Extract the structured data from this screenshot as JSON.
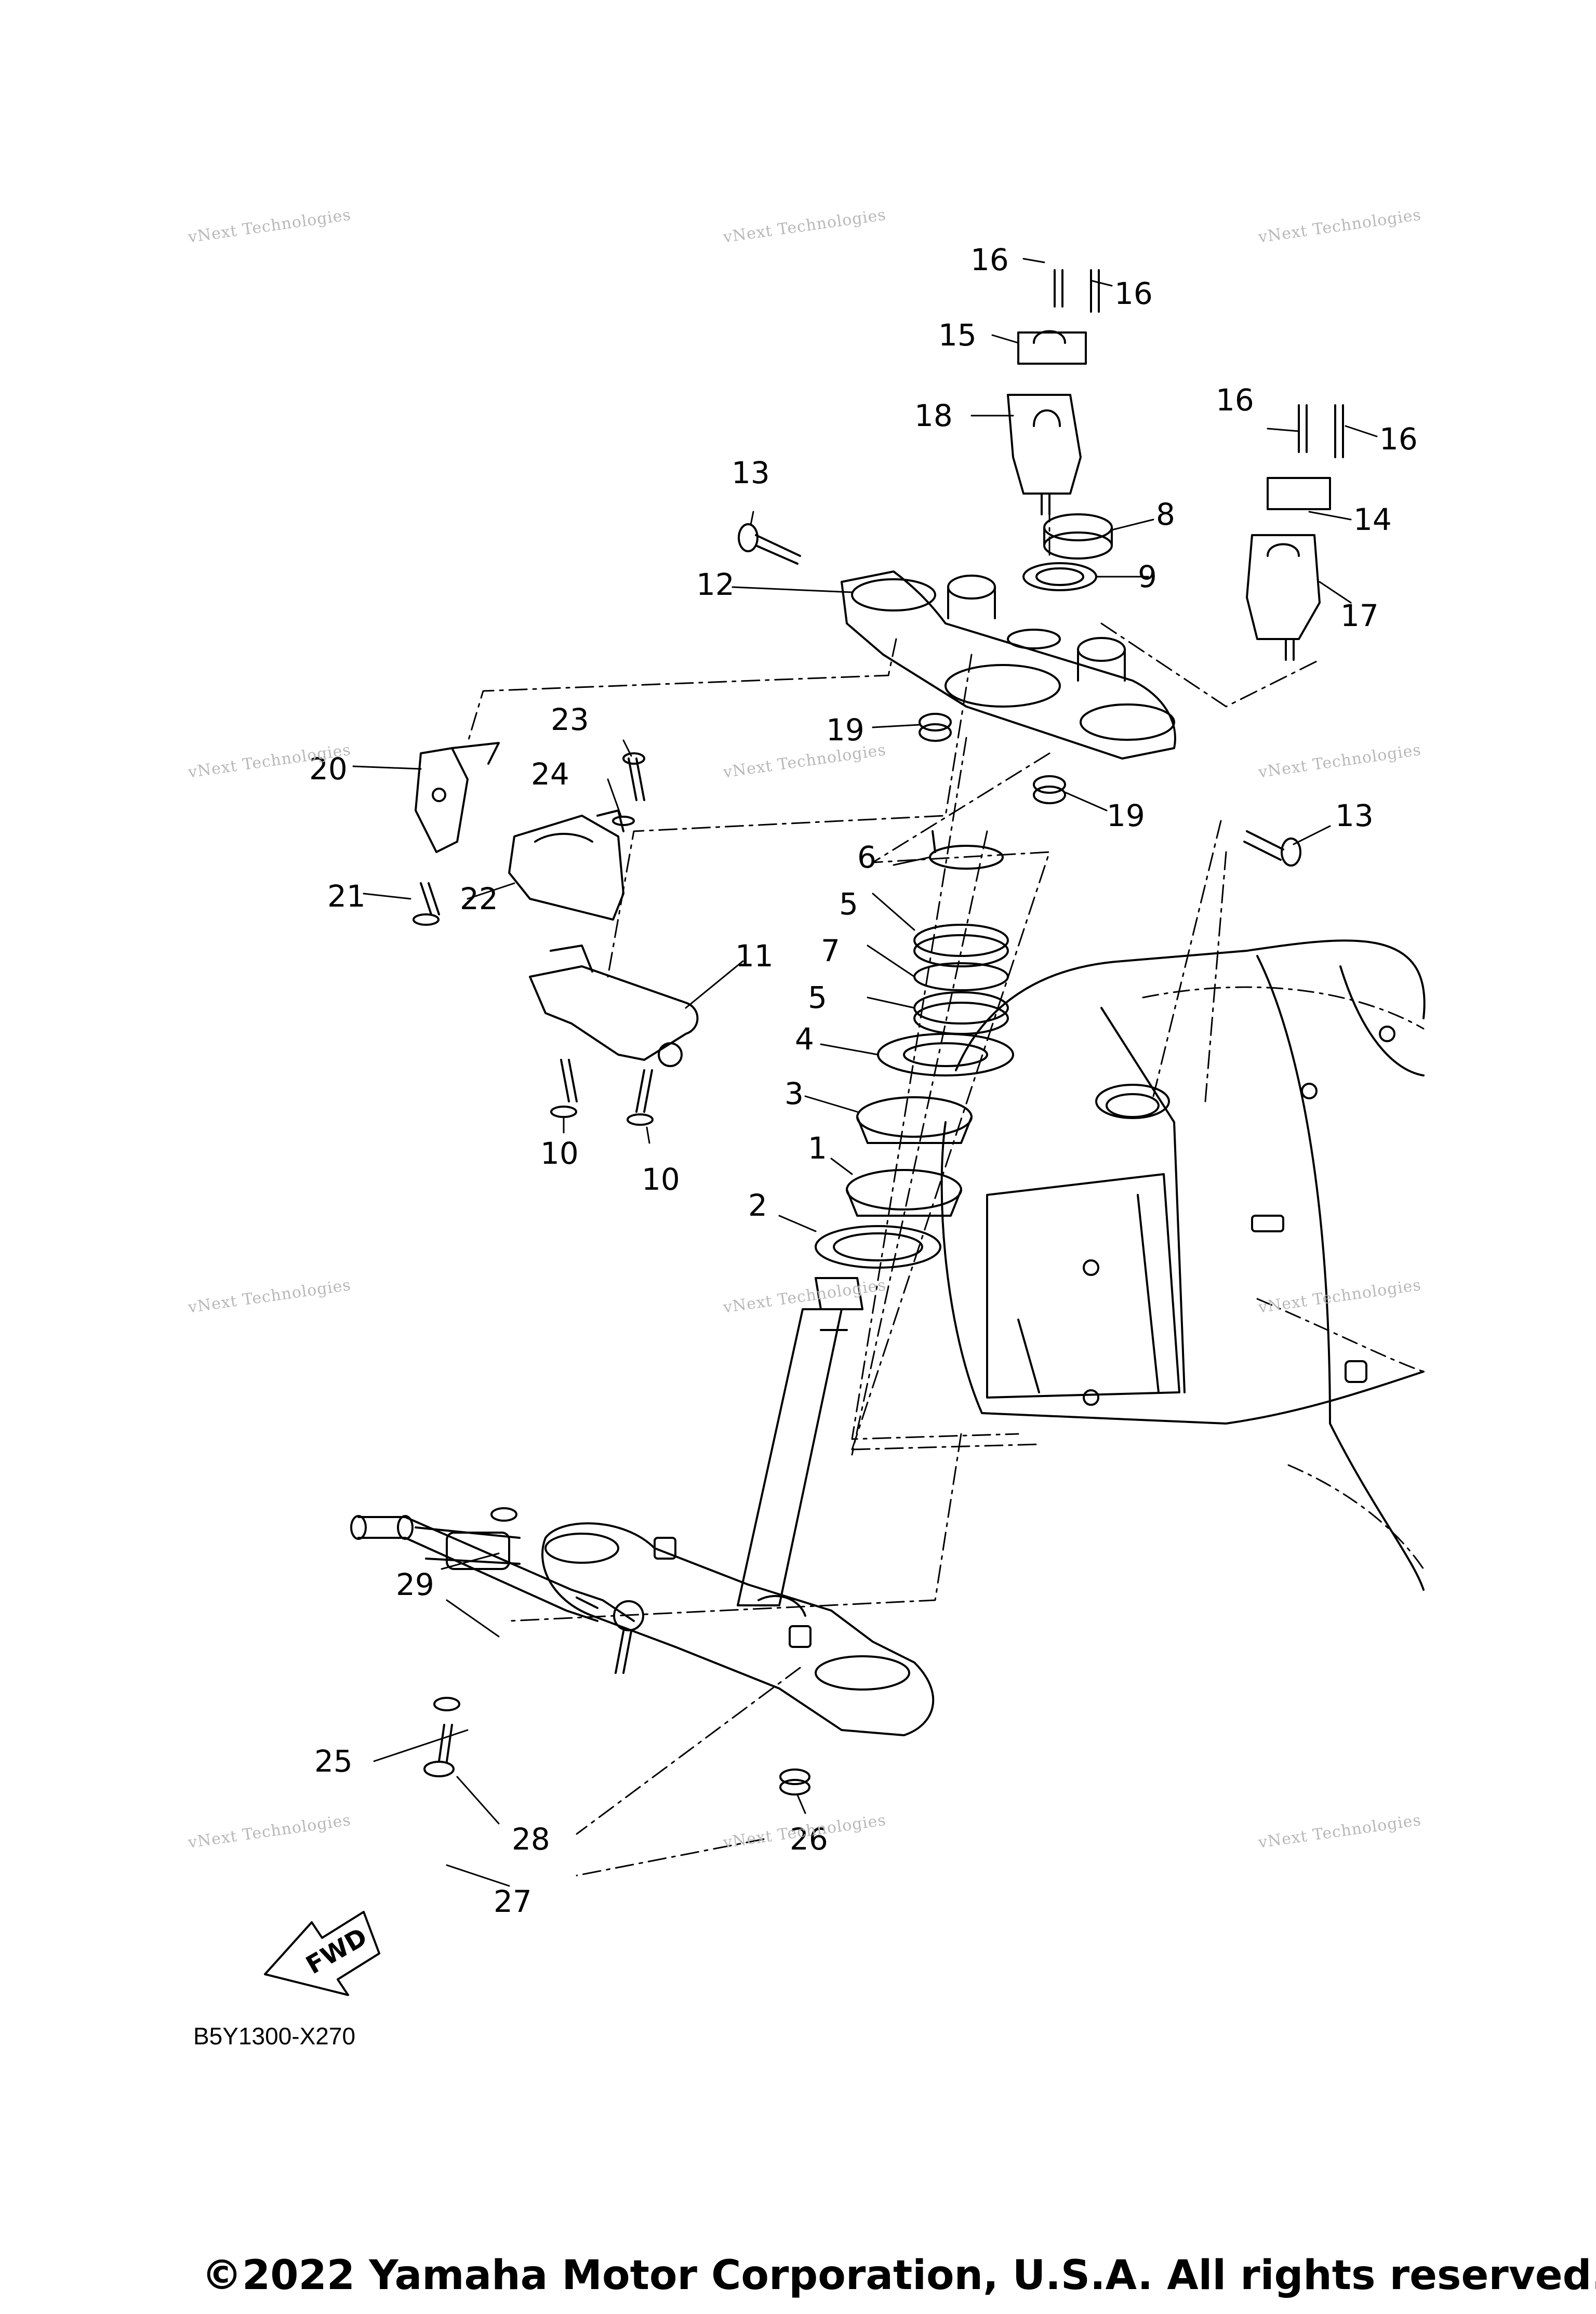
{
  "diagram_code": "B5Y1300-X270",
  "copyright": "©2022 Yamaha Motor Corporation, U.S.A. All rights reserved.",
  "watermark": {
    "line1": "vNext Technologies",
    "line2": "vNext Technologies"
  },
  "fwd_label": "FWD",
  "callouts": {
    "p1": "1",
    "p2": "2",
    "p3": "3",
    "p4": "4",
    "p5a": "5",
    "p5b": "5",
    "p6": "6",
    "p7": "7",
    "p8": "8",
    "p9": "9",
    "p10a": "10",
    "p10b": "10",
    "p11": "11",
    "p12": "12",
    "p13a": "13",
    "p13b": "13",
    "p14": "14",
    "p15": "15",
    "p16a": "16",
    "p16b": "16",
    "p16c": "16",
    "p16d": "16",
    "p17": "17",
    "p18": "18",
    "p19a": "19",
    "p19b": "19",
    "p20": "20",
    "p21": "21",
    "p22": "22",
    "p23": "23",
    "p24": "24",
    "p25": "25",
    "p26": "26",
    "p27": "27",
    "p28": "28",
    "p29": "29"
  }
}
